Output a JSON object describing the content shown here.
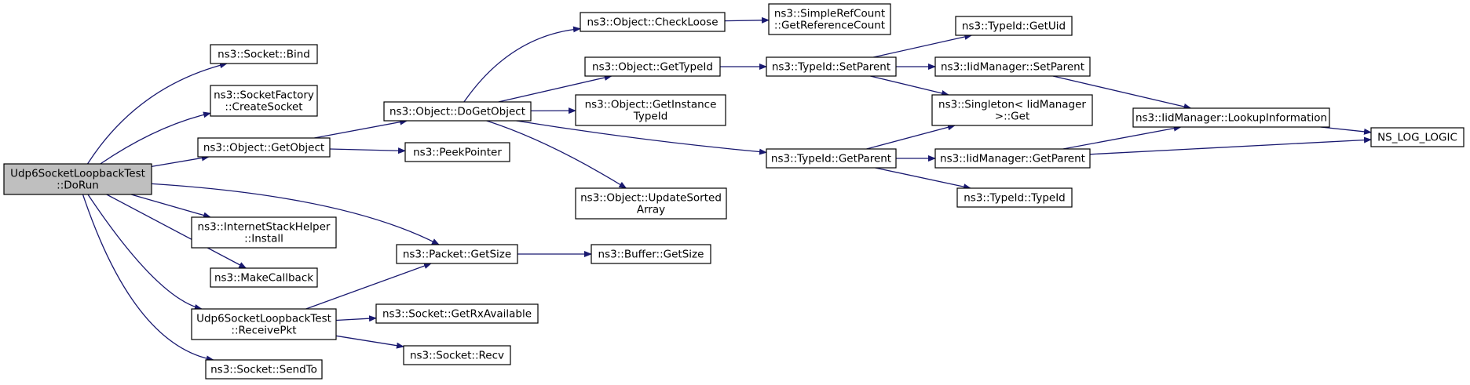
{
  "diagram": {
    "edge_color": "#191970",
    "root_fill": "#bfbfbf",
    "nodes": [
      {
        "id": "root",
        "lines": [
          "Udp6SocketLoopbackTest",
          "::DoRun"
        ],
        "root": true
      },
      {
        "id": "bind",
        "lines": [
          "ns3::Socket::Bind"
        ]
      },
      {
        "id": "createsocket",
        "lines": [
          "ns3::SocketFactory",
          "::CreateSocket"
        ]
      },
      {
        "id": "getobject",
        "lines": [
          "ns3::Object::GetObject"
        ]
      },
      {
        "id": "install",
        "lines": [
          "ns3::InternetStackHelper",
          "::Install"
        ]
      },
      {
        "id": "makecallback",
        "lines": [
          "ns3::MakeCallback"
        ]
      },
      {
        "id": "receivepkt",
        "lines": [
          "Udp6SocketLoopbackTest",
          "::ReceivePkt"
        ]
      },
      {
        "id": "sendto",
        "lines": [
          "ns3::Socket::SendTo"
        ]
      },
      {
        "id": "dogetobject",
        "lines": [
          "ns3::Object::DoGetObject"
        ]
      },
      {
        "id": "peekpointer",
        "lines": [
          "ns3::PeekPointer"
        ]
      },
      {
        "id": "packetgetsize",
        "lines": [
          "ns3::Packet::GetSize"
        ]
      },
      {
        "id": "getrxavailable",
        "lines": [
          "ns3::Socket::GetRxAvailable"
        ]
      },
      {
        "id": "recv",
        "lines": [
          "ns3::Socket::Recv"
        ]
      },
      {
        "id": "checkloose",
        "lines": [
          "ns3::Object::CheckLoose"
        ]
      },
      {
        "id": "gettypeid",
        "lines": [
          "ns3::Object::GetTypeId"
        ]
      },
      {
        "id": "getinstancetypeid",
        "lines": [
          "ns3::Object::GetInstance",
          "TypeId"
        ]
      },
      {
        "id": "updatesortedarray",
        "lines": [
          "ns3::Object::UpdateSorted",
          "Array"
        ]
      },
      {
        "id": "buffergetsize",
        "lines": [
          "ns3::Buffer::GetSize"
        ]
      },
      {
        "id": "getreferencecount",
        "lines": [
          "ns3::SimpleRefCount",
          "::GetReferenceCount"
        ]
      },
      {
        "id": "typeidsetparent",
        "lines": [
          "ns3::TypeId::SetParent"
        ]
      },
      {
        "id": "typeidgetparent",
        "lines": [
          "ns3::TypeId::GetParent"
        ]
      },
      {
        "id": "getuid",
        "lines": [
          "ns3::TypeId::GetUid"
        ]
      },
      {
        "id": "iidsetparent",
        "lines": [
          "ns3::IidManager::SetParent"
        ]
      },
      {
        "id": "singletonget",
        "lines": [
          "ns3::Singleton< IidManager",
          " >::Get"
        ]
      },
      {
        "id": "iidgetparent",
        "lines": [
          "ns3::IidManager::GetParent"
        ]
      },
      {
        "id": "typeidtypeid",
        "lines": [
          "ns3::TypeId::TypeId"
        ]
      },
      {
        "id": "lookupinformation",
        "lines": [
          "ns3::IidManager::LookupInformation"
        ]
      },
      {
        "id": "nsloglogic",
        "lines": [
          "NS_LOG_LOGIC"
        ]
      }
    ],
    "edges": [
      {
        "from": "root",
        "to": "bind"
      },
      {
        "from": "root",
        "to": "createsocket"
      },
      {
        "from": "root",
        "to": "getobject"
      },
      {
        "from": "root",
        "to": "packetgetsize"
      },
      {
        "from": "root",
        "to": "install"
      },
      {
        "from": "root",
        "to": "makecallback"
      },
      {
        "from": "root",
        "to": "receivepkt"
      },
      {
        "from": "root",
        "to": "sendto"
      },
      {
        "from": "getobject",
        "to": "dogetobject"
      },
      {
        "from": "getobject",
        "to": "peekpointer"
      },
      {
        "from": "receivepkt",
        "to": "packetgetsize"
      },
      {
        "from": "receivepkt",
        "to": "getrxavailable"
      },
      {
        "from": "receivepkt",
        "to": "recv"
      },
      {
        "from": "dogetobject",
        "to": "checkloose"
      },
      {
        "from": "dogetobject",
        "to": "gettypeid"
      },
      {
        "from": "dogetobject",
        "to": "getinstancetypeid"
      },
      {
        "from": "dogetobject",
        "to": "typeidgetparent"
      },
      {
        "from": "dogetobject",
        "to": "updatesortedarray"
      },
      {
        "from": "packetgetsize",
        "to": "buffergetsize"
      },
      {
        "from": "checkloose",
        "to": "getreferencecount"
      },
      {
        "from": "gettypeid",
        "to": "typeidsetparent"
      },
      {
        "from": "typeidsetparent",
        "to": "getuid"
      },
      {
        "from": "typeidsetparent",
        "to": "iidsetparent"
      },
      {
        "from": "typeidsetparent",
        "to": "singletonget"
      },
      {
        "from": "typeidgetparent",
        "to": "singletonget"
      },
      {
        "from": "typeidgetparent",
        "to": "iidgetparent"
      },
      {
        "from": "typeidgetparent",
        "to": "typeidtypeid"
      },
      {
        "from": "iidsetparent",
        "to": "lookupinformation"
      },
      {
        "from": "iidgetparent",
        "to": "lookupinformation"
      },
      {
        "from": "iidgetparent",
        "to": "nsloglogic"
      },
      {
        "from": "lookupinformation",
        "to": "nsloglogic"
      }
    ]
  }
}
